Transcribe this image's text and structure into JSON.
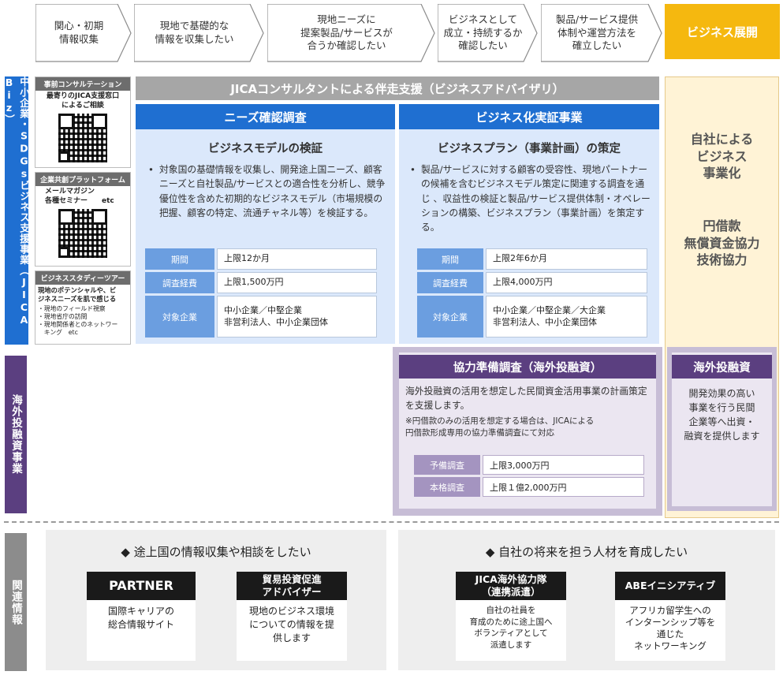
{
  "stages": [
    "関心・初期\n情報収集",
    "現地で基礎的な\n情報を収集したい",
    "現地ニーズに\n提案製品/サービスが\n合うか確認したい",
    "ビジネスとして\n成立・持続するか\n確認したい",
    "製品/サービス提供\n体制や運営方法を\n確立したい"
  ],
  "final_stage": "ビジネス展開",
  "left_labels": {
    "sme": "中小企業・SDGsビジネス支援事業（JICA Biz）",
    "overseas": "海外投融資事業",
    "related": "関連情報"
  },
  "side_boxes": {
    "consult_head": "事前コンサルテーション",
    "consult_text": "最寄りのJICA支援窓口\nによるご相談",
    "platform_head": "企業共創プラットフォーム",
    "platform_text": "メールマガジン\n各種セミナー　　etc",
    "tour_head": "ビジネススタディーツアー",
    "tour_text": "現地のポテンシャルや、ビ\nジネスニーズを肌で感じる",
    "tour_items": "・現地のフィールド視察\n・現地省庁の訪問\n・現地関係者とのネットワー\n　キング　etc"
  },
  "advisory_bar": "JICAコンサルタントによる伴走支援（ビジネスアドバイザリ）",
  "needs": {
    "header": "ニーズ確認調査",
    "title": "ビジネスモデルの検証",
    "bullet": "対象国の基礎情報を収集し、開発途上国ニーズ、顧客ニーズと自社製品/サービスとの適合性を分析し、競争優位性を含めた初期的なビジネスモデル（市場規模の把握、顧客の特定、流通チャネル等）を検証する。",
    "rows": [
      {
        "label": "期間",
        "value": "上限12か月"
      },
      {
        "label": "調査経費",
        "value": "上限1,500万円"
      },
      {
        "label": "対象企業",
        "value": "中小企業／中堅企業\n非営利法人、中小企業団体"
      }
    ]
  },
  "demo": {
    "header": "ビジネス化実証事業",
    "title": "ビジネスプラン（事業計画）の策定",
    "bullet": "製品/サービスに対する顧客の受容性、現地パートナーの候補を含むビジネスモデル策定に関連する調査を通じ 、収益性の検証と製品/サービス提供体制・オペレーションの構築、ビジネスプラン（事業計画）を策定する。",
    "rows": [
      {
        "label": "期間",
        "value": "上限2年6か月"
      },
      {
        "label": "調査経費",
        "value": "上限4,000万円"
      },
      {
        "label": "対象企業",
        "value": "中小企業／中堅企業／大企業\n非営利法人、中小企業団体"
      }
    ]
  },
  "cream": {
    "top": "自社による\nビジネス\n事業化",
    "mid": "円借款\n無償資金協力\n技術協力"
  },
  "prep": {
    "header": "協力準備調査（海外投融資）",
    "text": "海外投融資の活用を想定した民間資金活用事業の計画策定を支援します。",
    "note": "※円借款のみの活用を想定する場合は、JICAによる\n円借款形成専用の協力準備調査にて対応",
    "rows": [
      {
        "label": "予備調査",
        "value": "上限3,000万円"
      },
      {
        "label": "本格調査",
        "value": "上限１億2,000万円"
      }
    ]
  },
  "investment": {
    "header": "海外投融資",
    "text": "開発効果の高い\n事業を行う民間\n企業等へ出資・\n融資を提供します"
  },
  "related_left": {
    "title": "◆ 途上国の情報収集や相談をしたい",
    "cards": [
      {
        "head": "PARTNER",
        "body": "国際キャリアの\n総合情報サイト"
      },
      {
        "head": "貿易投資促進\nアドバイザー",
        "body": "現地のビジネス環境\nについての情報を提\n供します"
      }
    ]
  },
  "related_right": {
    "title": "◆ 自社の将来を担う人材を育成したい",
    "cards": [
      {
        "head": "JICA海外協力隊\n（連携派遣）",
        "body": "自社の社員を\n育成のために途上国へ\nボランティアとして\n派遣します"
      },
      {
        "head": "ABEイニシアティブ",
        "body": "アフリカ留学生への\nインターンシップ等を\n通じた\nネットワーキング"
      }
    ]
  },
  "colors": {
    "blue": "#1f6fd1",
    "purple": "#5b3f80",
    "gold": "#f5b80f",
    "gray": "#a6a6a6"
  }
}
